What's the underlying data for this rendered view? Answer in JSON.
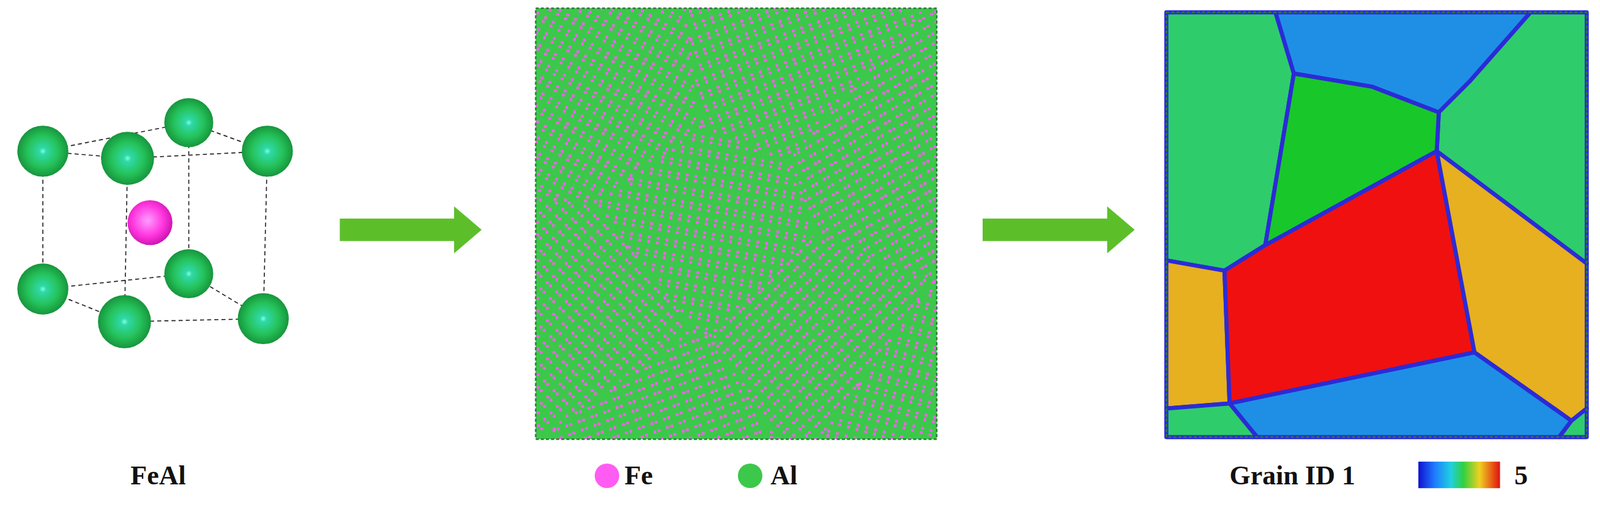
{
  "diagram": {
    "labels": [
      "FeAl",
      "Grain ID 1",
      "5"
    ],
    "legend": [
      {
        "text": "Fe",
        "color": "#ff5cf4"
      },
      {
        "text": "Al",
        "color": "#3cc84a"
      }
    ]
  }
}
